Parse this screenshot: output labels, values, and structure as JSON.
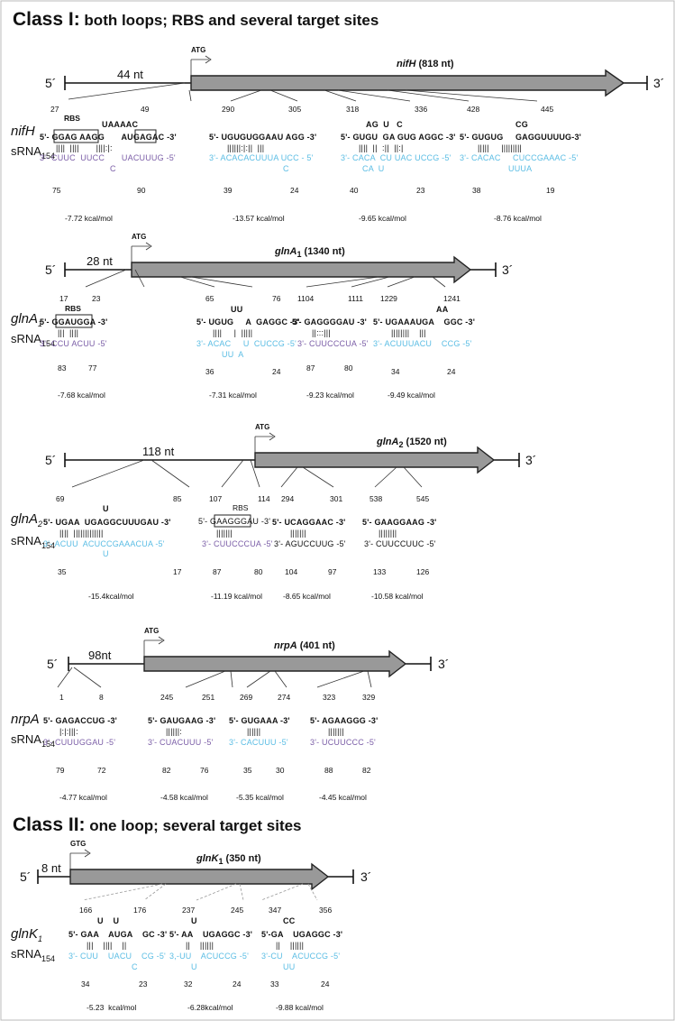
{
  "class1": {
    "title_bold": "Class I:",
    "title_rest": " both loops; RBS and several target sites"
  },
  "class2": {
    "title_bold": "Class II:",
    "title_rest": " one loop; several target sites"
  },
  "five_prime": "5´",
  "three_prime": "3´",
  "srna_base": "sRNA",
  "srna_sub": "154",
  "rbs": "RBS",
  "panels": {
    "nifH": {
      "gene_label": "nifH",
      "utr": "44 nt",
      "start": "ATG",
      "gene_name": "nifH",
      "gene_len": " (818 nt)",
      "sites": [
        {
          "top_l": "27",
          "top_r": "49",
          "bulge": "UAAAAC",
          "mrna": "5'- GGAG AAGG       AUGAGAC -3'",
          "pairs": "||||  ||||       ||||:|:",
          "srna": "3'- CUUC  UUCC       UACUUUG -5'",
          "bulge2": "C",
          "bot_l": "75",
          "bot_r": "90",
          "energy": "-7.72 kcal/mol"
        },
        {
          "top_l": "290",
          "top_r": "305",
          "bulge": "",
          "mrna": "5'- UGUGUGGAAU AGG -3'",
          "pairs": "||||||:|:||  |||",
          "srna": "3'- ACACACUUUA UCC - 5'",
          "bulge2": "C",
          "bot_l": "39",
          "bot_r": "24",
          "energy": "-13.57 kcal/mol"
        },
        {
          "top_l": "318",
          "top_r": "336",
          "bulge": "AG  U   C",
          "mrna": "5'- GUGU  GA GUG AGGC -3'",
          "pairs": "||||  ||  :||  ||:|",
          "srna": "3'- CACA  CU UAC UCCG -5'",
          "bulge2": "CA  U",
          "bot_l": "40",
          "bot_r": "23",
          "energy": "-9.65 kcal/mol"
        },
        {
          "top_l": "428",
          "top_r": "445",
          "bulge": "CG",
          "mrna": "5'- GUGUG     GAGGUUUUG-3'",
          "pairs": "|||||     |||||||||",
          "srna": "3'- CACAC     CUCCGAAAC -5'",
          "bulge2": "UUUA",
          "bot_l": "38",
          "bot_r": "19",
          "energy": "-8.76 kcal/mol"
        }
      ]
    },
    "glnA1": {
      "gene_label": "glnA",
      "gene_sub": "1",
      "utr": "28 nt",
      "start": "ATG",
      "gene_name": "glnA",
      "gene_name_sub": "1",
      "gene_len": " (1340 nt)",
      "sites": [
        {
          "top_l": "17",
          "top_r": "23",
          "bulge": "",
          "mrna": "5'- GGAUGGA -3'",
          "pairs": "|||  ||||",
          "srna": "3'- CCU ACUU -5'",
          "bulge2": "",
          "bot_l": "83",
          "bot_r": "77",
          "energy": "-7.68 kcal/mol"
        },
        {
          "top_l": "65",
          "top_r": "76",
          "bulge": "UU",
          "mrna": "5'- UGUG     A  GAGGC -3'",
          "pairs": "||||     |  |||||",
          "srna": "3'- ACAC     U  CUCCG -5'",
          "bulge2": "UU  A",
          "bot_l": "36",
          "bot_r": "24",
          "energy": "-7.31 kcal/mol"
        },
        {
          "top_l": "1104",
          "top_r": "1111",
          "bulge": "",
          "mrna": "5'- GAGGGGAU -3'",
          "pairs": "||:::|||",
          "srna": "3'- CUUCCCUA -5'",
          "bulge2": "",
          "bot_l": "87",
          "bot_r": "80",
          "energy": "-9.23 kcal/mol"
        },
        {
          "top_l": "1229",
          "top_r": "1241",
          "bulge": "AA",
          "mrna": "5'- UGAAAUGA    GGC -3'",
          "pairs": "||||||||    |||",
          "srna": "3'- ACUUUACU    CCG -5'",
          "bulge2": "",
          "bot_l": "34",
          "bot_r": "24",
          "energy": "-9.49 kcal/mol"
        }
      ]
    },
    "glnA2": {
      "gene_label": "glnA",
      "gene_sub": "2",
      "utr": "118 nt",
      "start": "ATG",
      "gene_name": "glnA",
      "gene_name_sub": "2",
      "gene_len": " (1520 nt)",
      "sites": [
        {
          "top_l": "69",
          "top_r": "85",
          "bulge": "U",
          "mrna": "5'- UGAA  UGAGGCUUUGAU -3'",
          "pairs": "||||  |||||||||||||",
          "srna": "3'- ACUU  ACUCCGAAACUA -5'",
          "bulge2": "U",
          "bot_l": "35",
          "bot_r": "17",
          "energy": "-15.4kcal/mol"
        },
        {
          "top_l": "107",
          "top_r": "114",
          "bulge": "",
          "mrna": "5'- GAAGGGAU -3'",
          "pairs": "|||||||",
          "srna": "3'- CUUCCCUA -5'",
          "bulge2": "",
          "bot_l": "87",
          "bot_r": "80",
          "energy": "-11.19 kcal/mol"
        },
        {
          "top_l": "294",
          "top_r": "301",
          "bulge": "",
          "mrna": "5'- UCAGGAAC -3'",
          "pairs": "|||||||",
          "srna": "3'- AGUCCUUG -5'",
          "bulge2": "",
          "bot_l": "104",
          "bot_r": "97",
          "energy": "-8.65 kcal/mol"
        },
        {
          "top_l": "538",
          "top_r": "545",
          "bulge": "",
          "mrna": "5'- GAAGGAAG -3'",
          "pairs": "||||||||",
          "srna": "3'- CUUCCUUC -5'",
          "bulge2": "",
          "bot_l": "133",
          "bot_r": "126",
          "energy": "-10.58 kcal/mol"
        }
      ]
    },
    "nrpA": {
      "gene_label": "nrpA",
      "utr": "98nt",
      "start": "ATG",
      "gene_name": "nrpA",
      "gene_len": " (401 nt)",
      "sites": [
        {
          "top_l": "1",
          "top_r": "8",
          "bulge": "",
          "mrna": "5'- GAGACCUG -3'",
          "pairs": "|:|:|||:",
          "srna": "3'- CUUUGGAU -5'",
          "bulge2": "",
          "bot_l": "79",
          "bot_r": "72",
          "energy": "-4.77 kcal/mol"
        },
        {
          "top_l": "245",
          "top_r": "251",
          "bulge": "",
          "mrna": "5'- GAUGAAG -3'",
          "pairs": "||||||:",
          "srna": "3'- CUACUUU -5'",
          "bulge2": "",
          "bot_l": "82",
          "bot_r": "76",
          "energy": "-4.58 kcal/mol"
        },
        {
          "top_l": "269",
          "top_r": "274",
          "bulge": "",
          "mrna": "5'- GUGAAA -3'",
          "pairs": "||||||",
          "srna": "3'- CACUUU -5'",
          "bulge2": "",
          "bot_l": "35",
          "bot_r": "30",
          "energy": "-5.35 kcal/mol"
        },
        {
          "top_l": "323",
          "top_r": "329",
          "bulge": "",
          "mrna": "5'- AGAAGGG -3'",
          "pairs": "|||||||",
          "srna": "3'- UCUUCCC -5'",
          "bulge2": "",
          "bot_l": "88",
          "bot_r": "82",
          "energy": "-4.45 kcal/mol"
        }
      ]
    },
    "glnK1": {
      "gene_label": "glnK",
      "gene_sub": "1",
      "utr": "8 nt",
      "start": "GTG",
      "gene_name": "glnK",
      "gene_name_sub": "1",
      "gene_len": " (350 nt)",
      "sites": [
        {
          "top_l": "166",
          "top_r": "176",
          "bulge": "U    U",
          "mrna": "5'- GAA    AUGA    GC -3'",
          "pairs": "|||    ||||    ||",
          "srna": "3'- CUU    UACU    CG -5'",
          "bulge2": "C",
          "bot_l": "34",
          "bot_r": "23",
          "energy": "-5.23  kcal/mol"
        },
        {
          "top_l": "237",
          "top_r": "245",
          "bulge": "U",
          "mrna": "5'- AA    UGAGGC -3'",
          "pairs": "||    ||||||",
          "srna": "3,-UU    ACUCCG -5'",
          "bulge2": "U",
          "bot_l": "32",
          "bot_r": "24",
          "energy": "-6.28kcal/mol"
        },
        {
          "top_l": "347",
          "top_r": "356",
          "bulge": "CC",
          "mrna": "5'-GA    UGAGGC -3'",
          "pairs": "||    ||||||",
          "srna": "3'-CU    ACUCCG -5'",
          "bulge2": "UU",
          "bot_l": "33",
          "bot_r": "24",
          "energy": "-9.88 kcal/mol"
        }
      ]
    }
  },
  "colors": {
    "blue": "#5bbde4",
    "purple": "#7b5ea7",
    "gene": "#999999"
  }
}
